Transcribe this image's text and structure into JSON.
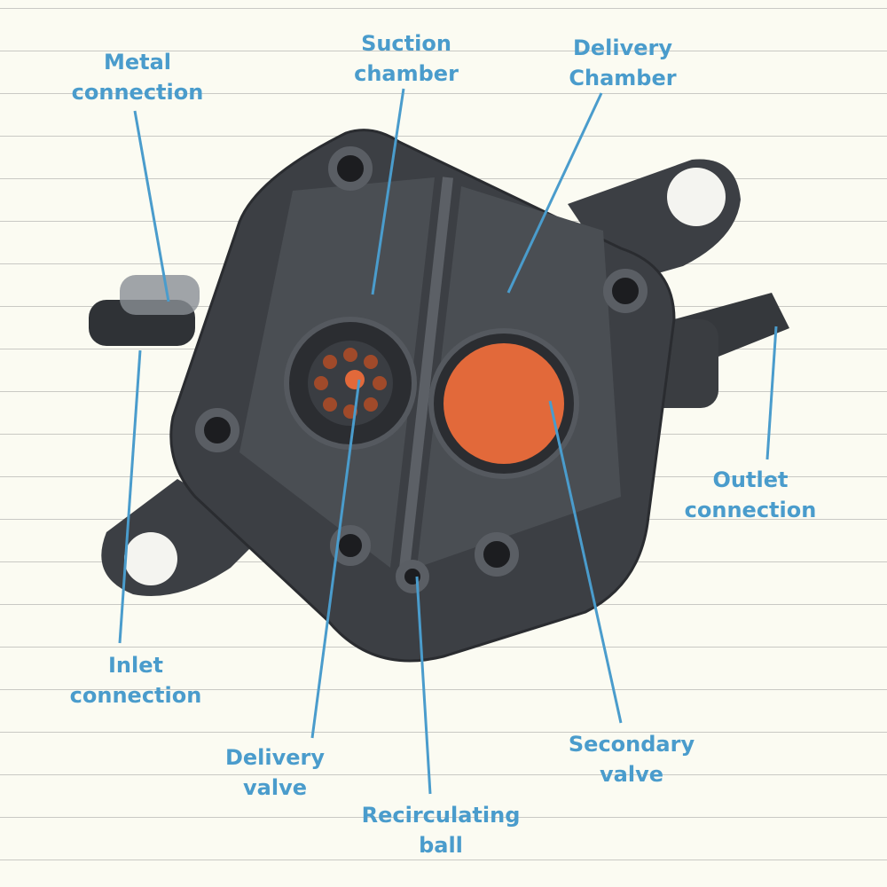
{
  "labels": {
    "metal_connection": [
      "Metal",
      "connection"
    ],
    "suction_chamber": [
      "Suction",
      "chamber"
    ],
    "delivery_chamber": [
      "Delivery",
      "Chamber"
    ],
    "outlet_connection": [
      "Outlet",
      "connection"
    ],
    "inlet_connection": [
      "Inlet",
      "connection"
    ],
    "delivery_valve": [
      "Delivery",
      "valve"
    ],
    "recirculating_ball": [
      "Recirculating",
      "ball"
    ],
    "secondary_valve": [
      "Secondary",
      "valve"
    ]
  },
  "colors": {
    "label": "#4a9ccc",
    "body": "#3c3f44",
    "diaphragm": "#e2693a"
  }
}
